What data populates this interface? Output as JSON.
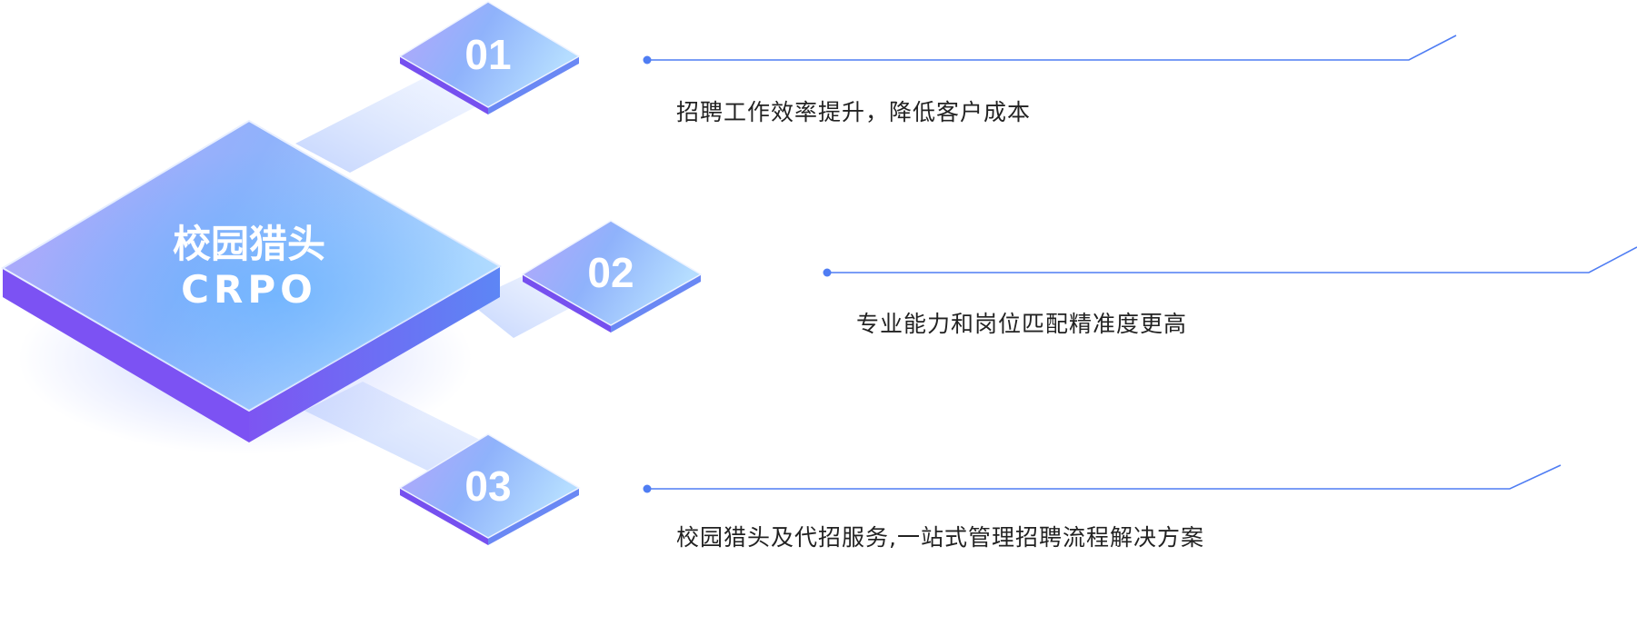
{
  "center": {
    "title": "校园猎头",
    "subtitle": "CRPO"
  },
  "items": [
    {
      "number": "01",
      "text": "招聘工作效率提升，降低客户成本"
    },
    {
      "number": "02",
      "text": "专业能力和岗位匹配精准度更高"
    },
    {
      "number": "03",
      "text": "校园猎头及代招服务,一站式管理招聘流程解决方案"
    }
  ],
  "colors": {
    "accent_line": "#4f7df3",
    "tile_left": "#a48cf7",
    "tile_right": "#a8d8ff",
    "tile_side": "#6b5ef0"
  }
}
